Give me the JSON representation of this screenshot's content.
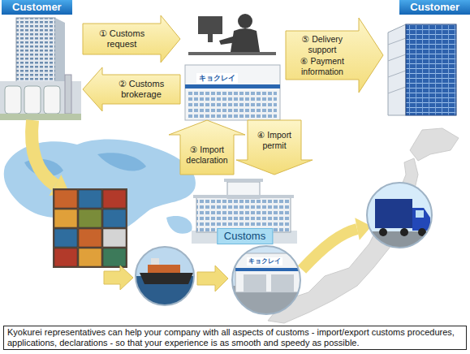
{
  "diagram": {
    "caption": "Kyokurei representatives can help your company with all aspects of customs - import/export customs procedures, applications, declarations - so that your experience is as smooth and speedy as possible.",
    "nodes": [
      {
        "text": [
          "Customer"
        ]
      },
      {
        "text": [
          "キョクレイ"
        ]
      },
      {
        "text": [
          "Customer"
        ]
      },
      {
        "text": [
          "Customs"
        ]
      }
    ],
    "edges": [
      {
        "from": 0,
        "to": 1,
        "label": "① Customs request",
        "arrow": "to"
      },
      {
        "from": 1,
        "to": 0,
        "label": "② Customs brokerage",
        "arrow": "to"
      },
      {
        "from": 3,
        "to": 1,
        "label": "③ Import declaration",
        "arrow": "to"
      },
      {
        "from": 1,
        "to": 3,
        "label": "④ Import permit",
        "arrow": "to"
      },
      {
        "from": 1,
        "to": 2,
        "label": "⑤ Delivery support",
        "arrow": "to"
      }
    ],
    "labels": [
      "⑥ Payment information",
      "キョクレイ"
    ]
  }
}
